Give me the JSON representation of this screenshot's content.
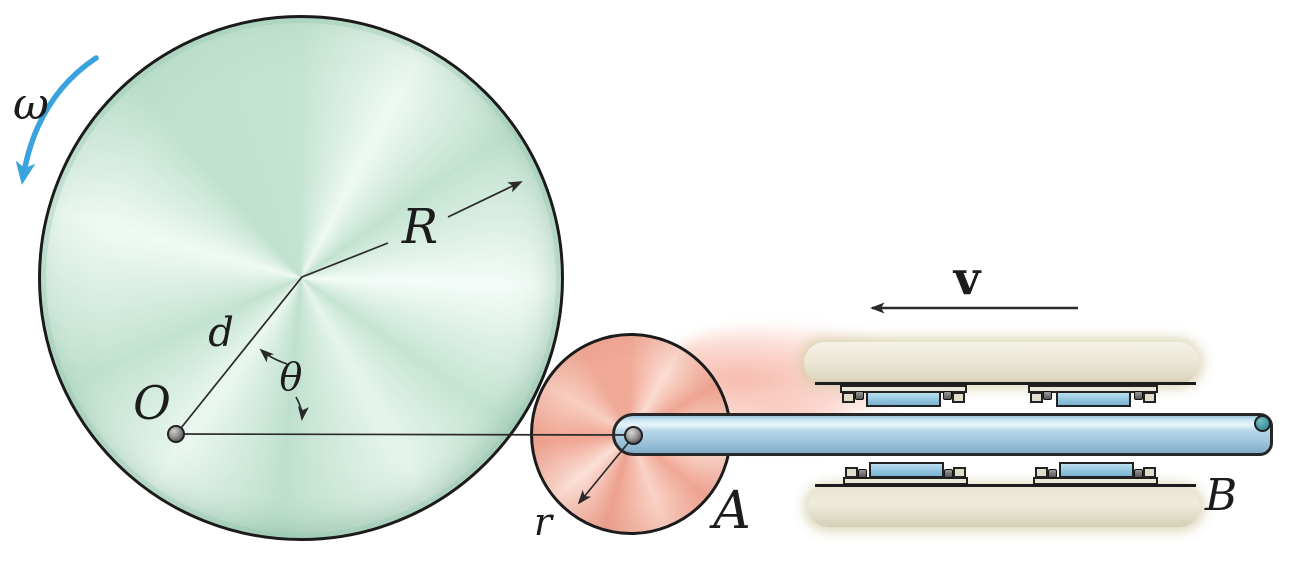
{
  "figure": {
    "description": "Friction-drive mechanism: large disk rotating with angular velocity drives small disk A; rod from A slides through guide B with velocity v",
    "labels": {
      "omega": "ω",
      "R": "R",
      "d": "d",
      "theta": "θ",
      "O": "O",
      "r": "r",
      "A": "A",
      "v": "v",
      "B": "B"
    },
    "colors": {
      "large_disk": "#c5e4d3",
      "small_disk": "#f2ab99",
      "rod": "#a3c9df",
      "support_block": "#ece8d7",
      "roller_pad": "#8fc3de",
      "rotation_arrow": "#3aa3de",
      "line": "#2a2a2a",
      "background": "#ffffff"
    }
  }
}
